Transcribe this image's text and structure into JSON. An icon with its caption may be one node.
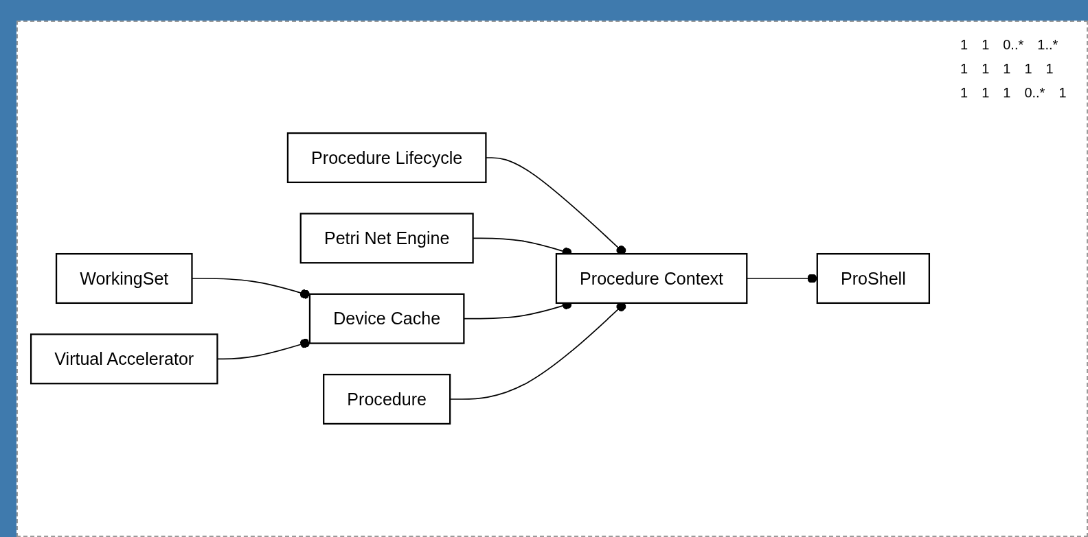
{
  "diagram": {
    "nodes": [
      {
        "text": [
          "ProShell"
        ]
      },
      {
        "text": [
          "Procedure Lifecycle"
        ]
      },
      {
        "text": [
          "WorkingSet"
        ]
      },
      {
        "text": [
          "Procedure Context"
        ]
      },
      {
        "text": [
          "Device Cache"
        ]
      },
      {
        "text": [
          "Petri Net Engine"
        ]
      },
      {
        "text": [
          "Virtual Accelerator"
        ]
      },
      {
        "text": [
          "Procedure"
        ]
      }
    ],
    "edges": [
      {
        "from": 3,
        "to": 0,
        "arrow": "other"
      },
      {
        "from": 1,
        "to": 3,
        "arrow": "other"
      },
      {
        "from": 5,
        "to": 3,
        "arrow": "other"
      },
      {
        "from": 4,
        "to": 3,
        "arrow": "other"
      },
      {
        "from": 2,
        "to": 4,
        "arrow": "other"
      },
      {
        "from": 6,
        "to": 4,
        "arrow": "other"
      },
      {
        "from": 7,
        "to": 3,
        "arrow": "other"
      }
    ],
    "labels": [
      "1",
      "1",
      "0..*",
      "1..*",
      "1",
      "1",
      "1",
      "1",
      "1",
      "1",
      "1",
      "1",
      "0..*",
      "1"
    ]
  }
}
